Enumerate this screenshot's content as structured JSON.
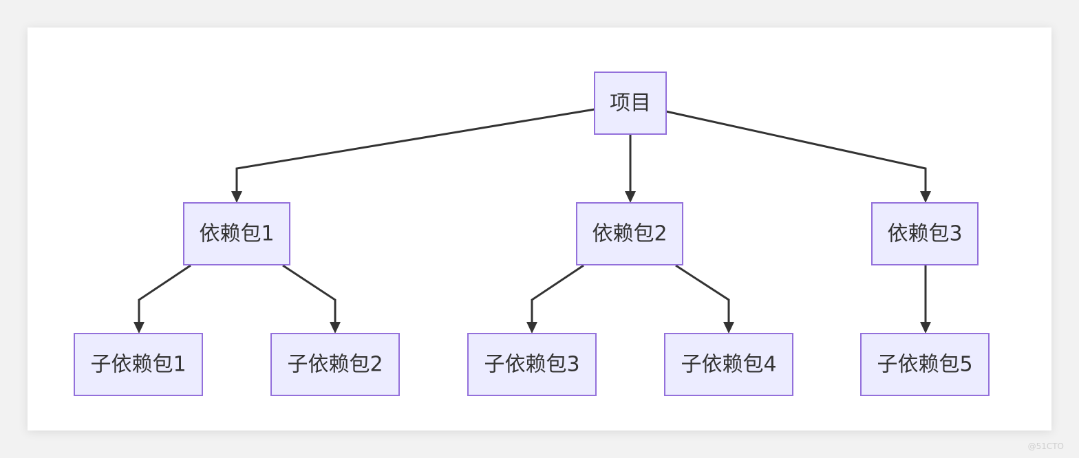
{
  "nodes": [
    {
      "id": "root",
      "label": "项目"
    },
    {
      "id": "d1",
      "label": "依赖包1"
    },
    {
      "id": "d2",
      "label": "依赖包2"
    },
    {
      "id": "d3",
      "label": "依赖包3"
    },
    {
      "id": "s1",
      "label": "子依赖包1"
    },
    {
      "id": "s2",
      "label": "子依赖包2"
    },
    {
      "id": "s3",
      "label": "子依赖包3"
    },
    {
      "id": "s4",
      "label": "子依赖包4"
    },
    {
      "id": "s5",
      "label": "子依赖包5"
    }
  ],
  "edges": [
    {
      "from": "root",
      "to": "d1"
    },
    {
      "from": "root",
      "to": "d2"
    },
    {
      "from": "root",
      "to": "d3"
    },
    {
      "from": "d1",
      "to": "s1"
    },
    {
      "from": "d1",
      "to": "s2"
    },
    {
      "from": "d2",
      "to": "s3"
    },
    {
      "from": "d2",
      "to": "s4"
    },
    {
      "from": "d3",
      "to": "s5"
    }
  ],
  "colors": {
    "node_fill": "#ECECFF",
    "node_stroke": "#9370DB",
    "edge": "#333333",
    "text": "#333333"
  },
  "watermark": "@51CTO"
}
